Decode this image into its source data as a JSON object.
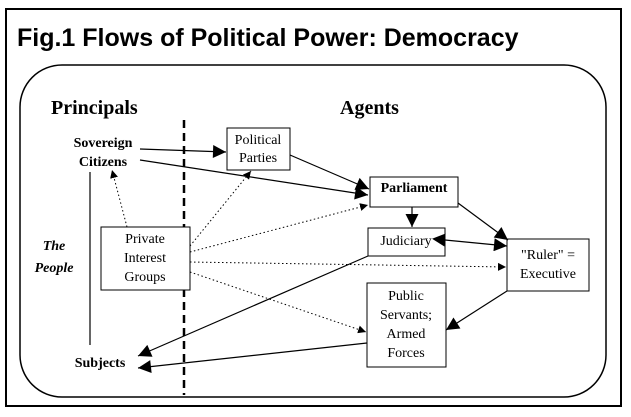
{
  "title": "Fig.1   Flows of Political Power: Democracy",
  "headings": {
    "principals": "Principals",
    "agents": "Agents"
  },
  "nodes": {
    "sovereign": [
      "Sovereign",
      "Citizens"
    ],
    "people": [
      "The",
      "People"
    ],
    "private": [
      "Private",
      "Interest",
      "Groups"
    ],
    "subjects": "Subjects",
    "parties": [
      "Political",
      "Parties"
    ],
    "parliament": "Parliament",
    "judiciary": "Judiciary",
    "ruler": [
      "\"Ruler\" =",
      "Executive"
    ],
    "public": [
      "Public",
      "Servants;",
      "Armed",
      "Forces"
    ]
  }
}
